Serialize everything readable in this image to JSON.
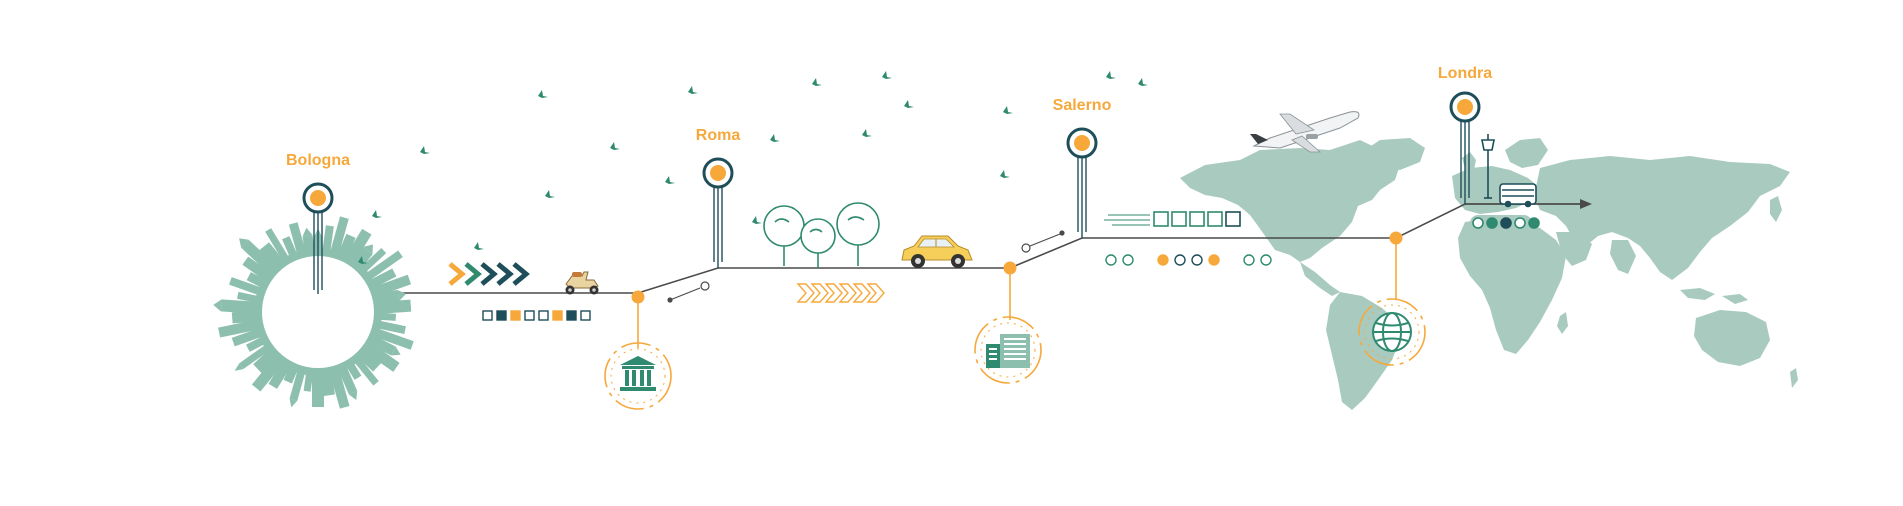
{
  "colors": {
    "orange": "#f6a83b",
    "teal": "#8dbfaf",
    "dark_teal": "#1e4e5a",
    "green": "#2f8a6f",
    "line": "#4a4a4a",
    "map": "#a9cbbf"
  },
  "cities": [
    {
      "id": "bologna",
      "label": "Bologna"
    },
    {
      "id": "roma",
      "label": "Roma"
    },
    {
      "id": "salerno",
      "label": "Salerno"
    },
    {
      "id": "londra",
      "label": "Londra"
    }
  ],
  "icons": {
    "skyline": "circular-city-skyline-icon",
    "scooter": "scooter-icon",
    "museum": "museum-icon",
    "trees": "trees-icon",
    "car": "car-icon",
    "office": "office-building-icon",
    "world_map": "world-map",
    "airplane": "airplane-icon",
    "globe": "globe-icon",
    "street_lamp": "street-lamp-icon",
    "bus": "bus-icon",
    "birds": "bird-icon"
  }
}
